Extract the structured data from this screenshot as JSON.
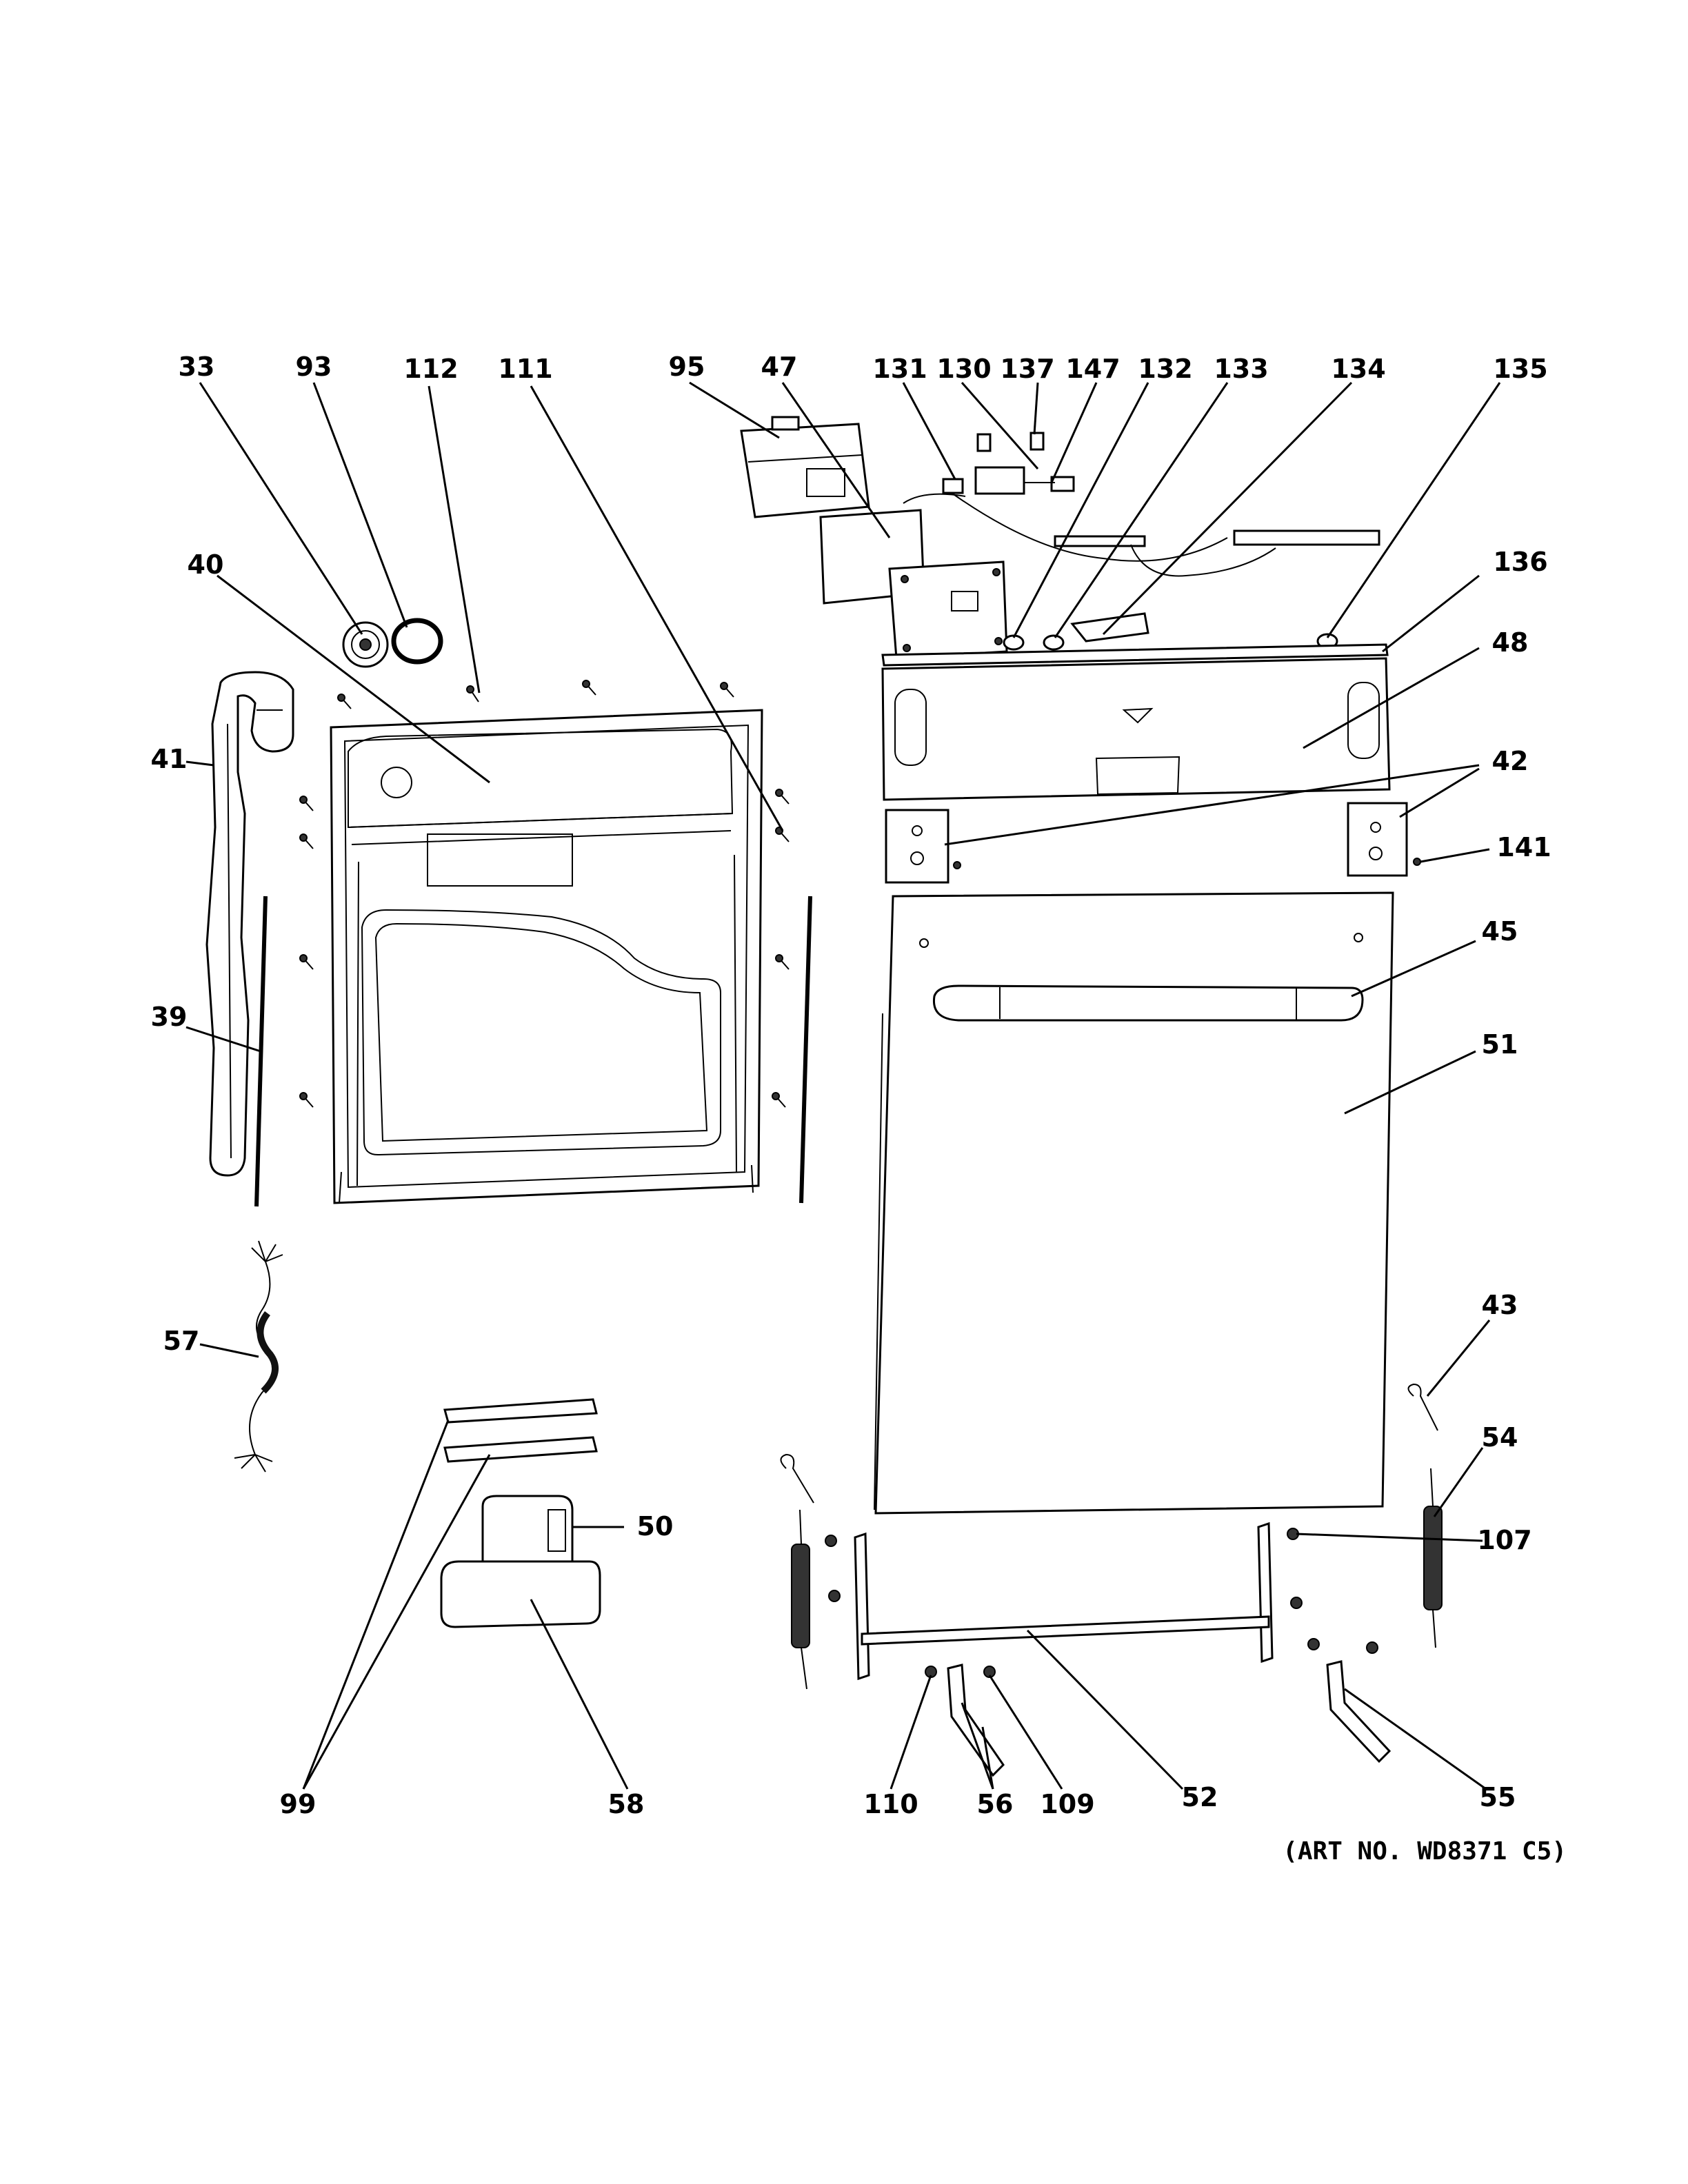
{
  "callouts": {
    "c33": "33",
    "c93": "93",
    "c112": "112",
    "c111": "111",
    "c95": "95",
    "c47": "47",
    "c131": "131",
    "c130": "130",
    "c137": "137",
    "c147": "147",
    "c132": "132",
    "c133": "133",
    "c134": "134",
    "c135": "135",
    "c136": "136",
    "c40": "40",
    "c48": "48",
    "c41": "41",
    "c42": "42",
    "c141": "141",
    "c45": "45",
    "c39": "39",
    "c51": "51",
    "c57": "57",
    "c43": "43",
    "c54": "54",
    "c50": "50",
    "c107": "107",
    "c99": "99",
    "c58": "58",
    "c110": "110",
    "c56": "56",
    "c109": "109",
    "c52": "52",
    "c55": "55"
  },
  "art_number": "(ART NO. WD8371 C5)"
}
